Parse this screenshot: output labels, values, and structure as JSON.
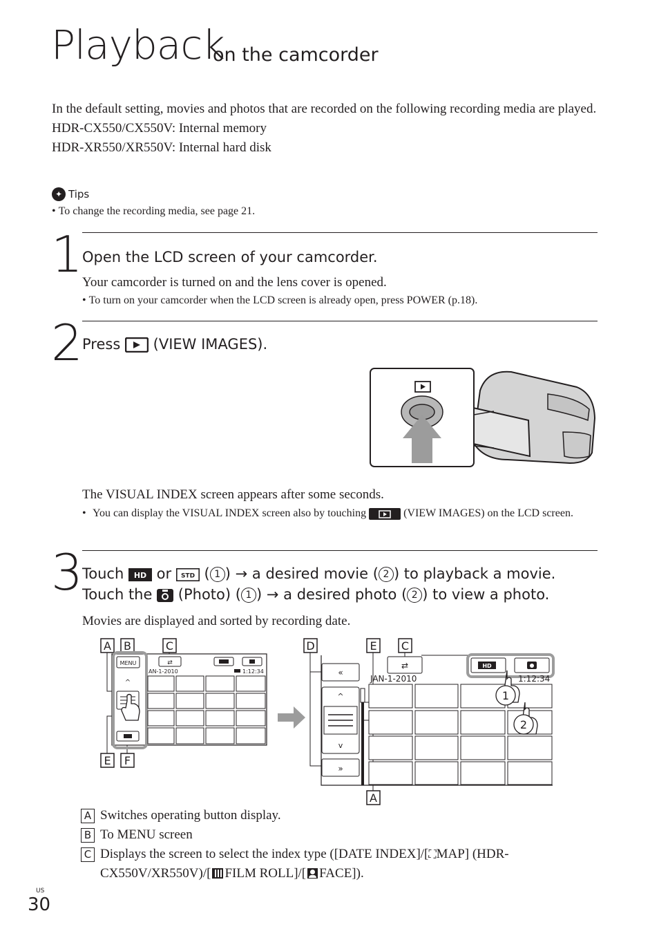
{
  "title": {
    "main": "Playback",
    "sub": "on the camcorder"
  },
  "intro": {
    "line1": "In the default setting, movies and photos that are recorded on the following recording media are played.",
    "line2": "HDR-CX550/CX550V: Internal memory",
    "line3": "HDR-XR550/XR550V: Internal hard disk"
  },
  "tips": {
    "label": "Tips",
    "item": "To change the recording media, see page 21."
  },
  "step1": {
    "num": "1",
    "heading": "Open the LCD screen of your camcorder.",
    "body": "Your camcorder is turned on and the lens cover is opened.",
    "bullet": "To turn on your camcorder when the LCD screen is already open, press POWER (p.18)."
  },
  "step2": {
    "num": "2",
    "heading_pre": "Press",
    "heading_post": "(VIEW IMAGES).",
    "body": "The VISUAL INDEX screen appears after some seconds.",
    "bullet_pre": "You can display the VISUAL INDEX screen also by touching",
    "bullet_post": "(VIEW IMAGES) on the LCD screen."
  },
  "step3": {
    "num": "3",
    "line1": {
      "a": "Touch",
      "b": "or",
      "c": "(",
      "d": ")",
      "e": "a desired movie (",
      "f": ") to playback a movie."
    },
    "line2": {
      "a": "Touch the",
      "b": "(Photo) (",
      "c": ")",
      "d": "a desired photo (",
      "e": ") to view a photo."
    },
    "circled1": "1",
    "circled2": "2",
    "body": "Movies are displayed and sorted by recording date."
  },
  "diagram": {
    "labels": {
      "A": "A",
      "B": "B",
      "C": "C",
      "D": "D",
      "E": "E",
      "F": "F"
    },
    "menu": "MENU",
    "date_small": "AN-1-2010",
    "time_small": "1:12:34",
    "date_large": "JAN-1-2010",
    "time_large": "1:12:34",
    "hd": "HD",
    "circled1": "1",
    "circled2": "2"
  },
  "legend": [
    {
      "letter": "A",
      "text": "Switches operating button display."
    },
    {
      "letter": "B",
      "text": "To MENU screen"
    },
    {
      "letter": "C",
      "text_pre": "Displays the screen to select the index type ([DATE INDEX]/[",
      "text_mid1": "MAP] (HDR-CX550V/XR550V)/[",
      "text_mid2": "FILM ROLL]/[",
      "text_post": "FACE])."
    }
  ],
  "footer": {
    "region": "US",
    "page": "30"
  },
  "colors": {
    "text": "#231f20",
    "highlight": "#9c9c9c",
    "camera_body": "#d4d4d4"
  }
}
